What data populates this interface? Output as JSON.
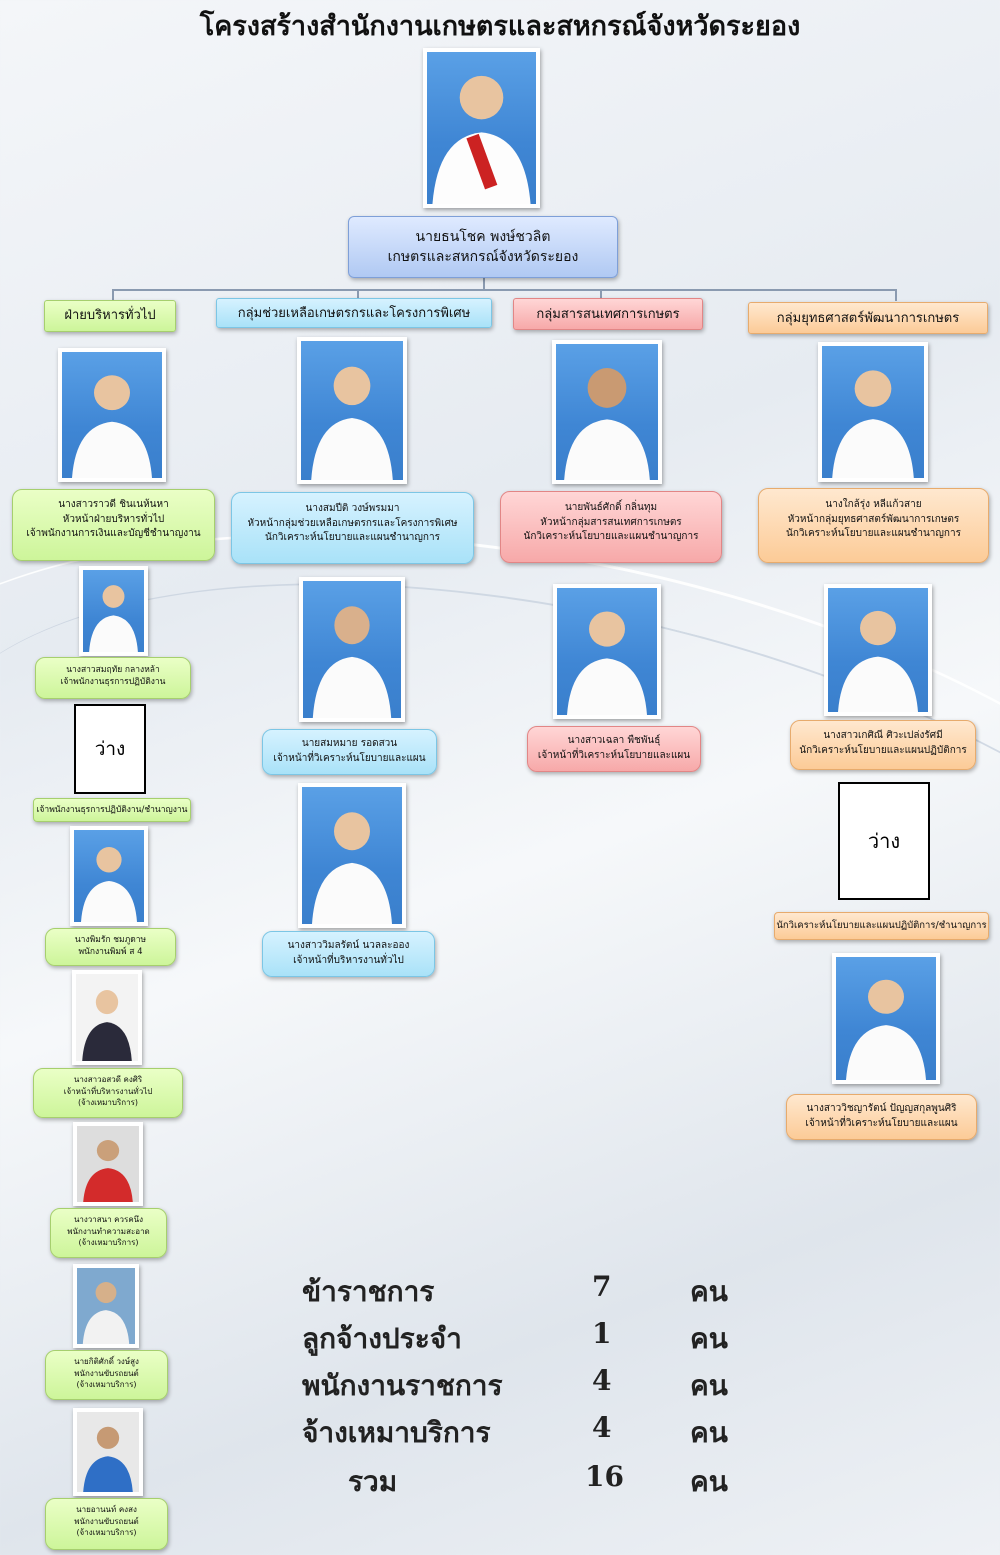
{
  "title": "โครงสร้างสำนักงานเกษตรและสหกรณ์จังหวัดระยอง",
  "director": {
    "name": "นายธนโชค พงษ์ชวลิต",
    "position": "เกษตรและสหกรณ์จังหวัดระยอง"
  },
  "groups": [
    {
      "label": "ฝ่ายบริหารทั่วไป"
    },
    {
      "label": "กลุ่มช่วยเหลือเกษตรกรและโครงการพิเศษ"
    },
    {
      "label": "กลุ่มสารสนเทศการเกษตร"
    },
    {
      "label": "กลุ่มยุทธศาสตร์พัฒนาการเกษตร"
    }
  ],
  "col1": [
    {
      "lines": [
        "นางสาวราวดี ชินเนห้นหา",
        "หัวหน้าฝ่ายบริหารทั่วไป",
        "เจ้าพนักงานการเงินและบัญชีชำนาญงาน"
      ]
    },
    {
      "lines": [
        "นางสาวสมฤทัย กลางหล้า",
        "เจ้าพนักงานธุรการปฏิบัติงาน"
      ]
    },
    {
      "vacant": "ว่าง",
      "lines": [
        "เจ้าพนักงานธุรการปฏิบัติงาน/ชำนาญงาน"
      ]
    },
    {
      "lines": [
        "นางพิมรัก ชมภูดาษ",
        "พนักงานพิมพ์  ส 4"
      ]
    },
    {
      "lines": [
        "นางสาวอสวดี คงศิริ",
        "เจ้าหน้าที่บริหารงานทั่วไป",
        "(จ้างเหมาบริการ)"
      ]
    },
    {
      "lines": [
        "นางวาสนา ควรคนึง",
        "พนักงานทำความสะอาด",
        "(จ้างเหมาบริการ)"
      ]
    },
    {
      "lines": [
        "นายกิติศักดิ์ วงษ์สูง",
        "พนักงานขับรถยนต์",
        "(จ้างเหมาบริการ)"
      ]
    },
    {
      "lines": [
        "นายอานนท์ คงสง",
        "พนักงานขับรถยนต์",
        "(จ้างเหมาบริการ)"
      ]
    }
  ],
  "col2": [
    {
      "lines": [
        "นางสมปีติ วงษ์พรมมา",
        "หัวหน้ากลุ่มช่วยเหลือเกษตรกรและโครงการพิเศษ",
        "นักวิเคราะห์นโยบายและแผนชำนาญการ"
      ]
    },
    {
      "lines": [
        "นายสมหมาย  รอดสวน",
        "เจ้าหน้าที่วิเคราะห์นโยบายและแผน"
      ]
    },
    {
      "lines": [
        "นางสาววิมลรัตน์ นวลละออง",
        "เจ้าหน้าที่บริหารงานทั่วไป"
      ]
    }
  ],
  "col3": [
    {
      "lines": [
        "นายพันธ์ศักดิ์ กลิ่นทุม",
        "หัวหน้ากลุ่มสารสนเทศการเกษตร",
        "นักวิเคราะห์นโยบายและแผนชำนาญการ"
      ]
    },
    {
      "lines": [
        "นางสาวเฉลา พืชพันธุ์",
        "เจ้าหน้าที่วิเคราะห์นโยบายและแผน"
      ]
    }
  ],
  "col4": [
    {
      "lines": [
        "นางใกล้รุ่ง    หลีแก้วสาย",
        "หัวหน้ากลุ่มยุทธศาสตร์พัฒนาการเกษตร",
        "นักวิเคราะห์นโยบายและแผนชำนาญการ"
      ]
    },
    {
      "lines": [
        "นางสาวเกศิณี ศิวะเปล่งรัศมี",
        "นักวิเคราะห์นโยบายและแผนปฏิบัติการ"
      ]
    },
    {
      "vacant": "ว่าง",
      "lines": [
        "นักวิเคราะห์นโยบายและแผนปฏิบัติการ/ชำนาญการ"
      ]
    },
    {
      "lines": [
        "นางสาววิชญารัตน์  ปัญญสกุลพูนศิริ",
        "เจ้าหน้าที่วิเคราะห์นโยบายและแผน"
      ]
    }
  ],
  "summary": [
    {
      "label": "ข้าราชการ",
      "count": "7",
      "unit": "คน"
    },
    {
      "label": "ลูกจ้างประจำ",
      "count": "1",
      "unit": "คน"
    },
    {
      "label": "พนักงานราชการ",
      "count": "4",
      "unit": "คน"
    },
    {
      "label": "จ้างเหมาบริการ",
      "count": "4",
      "unit": "คน"
    },
    {
      "label": "รวม",
      "count": "16",
      "unit": "คน"
    }
  ]
}
